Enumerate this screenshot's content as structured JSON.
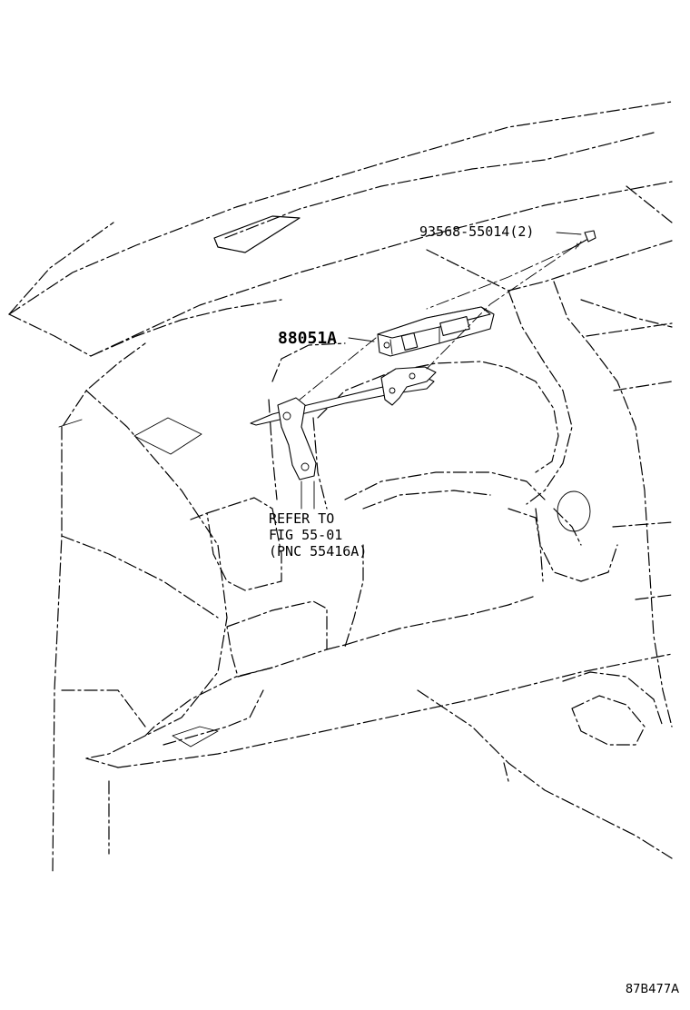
{
  "labels": {
    "screw_part": "93568-55014(2)",
    "main_part": "88051A",
    "reference_line1": "REFER TO",
    "reference_line2": "FIG 55-01",
    "reference_line3": "(PNC 55416A)",
    "figure_code": "87B477A"
  },
  "style": {
    "line_color": "#000000",
    "background": "#ffffff"
  }
}
